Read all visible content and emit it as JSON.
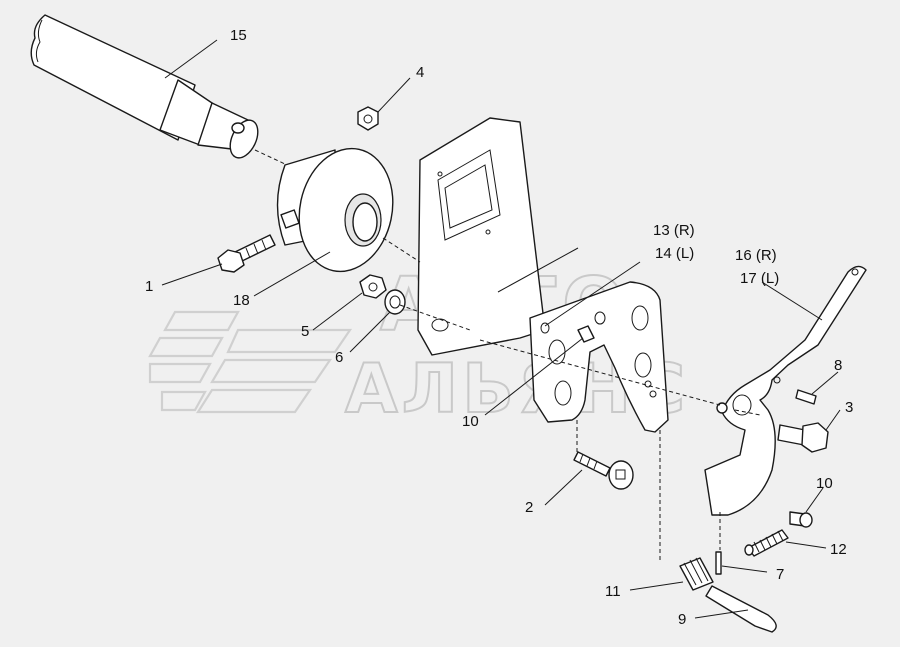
{
  "diagram": {
    "watermark": {
      "line1": "АВТО",
      "line2": "АЛЬЯНС"
    },
    "labels": {
      "p1": "1",
      "p2": "2",
      "p3": "3",
      "p4": "4",
      "p5": "5",
      "p6": "6",
      "p7": "7",
      "p8": "8",
      "p9": "9",
      "p10a": "10",
      "p10b": "10",
      "p11": "11",
      "p12": "12",
      "p13": "13 (R)",
      "p14": "14 (L)",
      "p15": "15",
      "p16": "16 (R)",
      "p17": "17 (L)",
      "p18": "18"
    }
  }
}
